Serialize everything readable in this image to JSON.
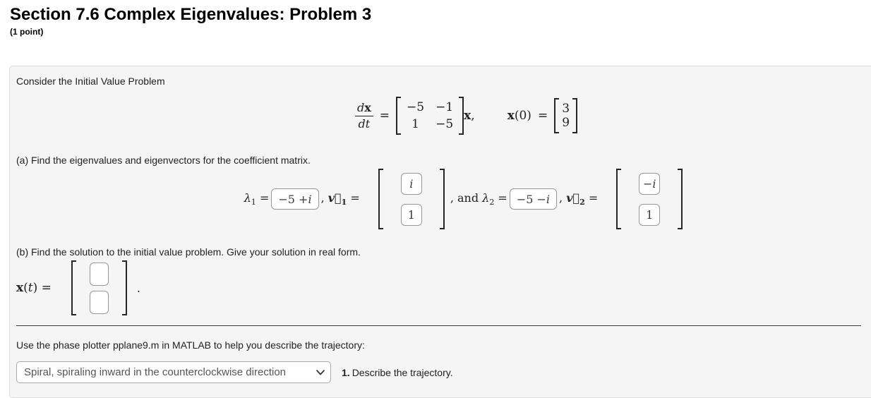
{
  "page": {
    "title": "Section 7.6 Complex Eigenvalues: Problem 3",
    "points": "(1 point)"
  },
  "problem": {
    "intro": "Consider the Initial Value Problem",
    "ivp": {
      "frac_num_d": "d",
      "frac_num_x": "x",
      "frac_den": "dt",
      "equals": "=",
      "matrix": [
        [
          "−5",
          "−1"
        ],
        [
          "1",
          "−5"
        ]
      ],
      "after_matrix_x": "x",
      "after_matrix_comma": ",",
      "ic_x": "x",
      "ic_rest": "(0)",
      "ic_equals": "=",
      "ic_vector": [
        "3",
        "9"
      ]
    },
    "part_a": {
      "prompt": "(a) Find the eigenvalues and eigenvectors for the coefficient matrix.",
      "lambda": "λ",
      "lambda1_sub": "1",
      "eq": "=",
      "lambda1_value_pre": "−5 + ",
      "lambda1_value_it": "i",
      "comma": ",",
      "vec": "v⃗",
      "v1_sub": "1",
      "v1_row1_pre": "",
      "v1_row1_it": "i",
      "v1_row2_pre": "1",
      "v1_row2_it": "",
      "and_label": ", and",
      "lambda2_sub": "2",
      "lambda2_value_pre": "−5 − ",
      "lambda2_value_it": "i",
      "v2_sub": "2",
      "v2_row1_pre": "−",
      "v2_row1_it": "i",
      "v2_row2_pre": "1",
      "v2_row2_it": ""
    },
    "part_b": {
      "prompt": "(b) Find the solution to the initial value problem. Give your solution in real form.",
      "xt_x": "x",
      "paren_open": "(",
      "t": "t",
      "paren_close": ")",
      "eq": "=",
      "period": "."
    },
    "phase": {
      "instruction": "Use the phase plotter pplane9.m in MATLAB to help you describe the trajectory:",
      "dropdown_value": "Spiral, spiraling inward in the counterclockwise direction",
      "question_num": "1.",
      "question_text": "Describe the trajectory."
    }
  },
  "colors": {
    "panel_bg": "#f5f5f5",
    "panel_border": "#dcdcdc",
    "answer_border": "#979797",
    "dropdown_text": "#555555"
  }
}
